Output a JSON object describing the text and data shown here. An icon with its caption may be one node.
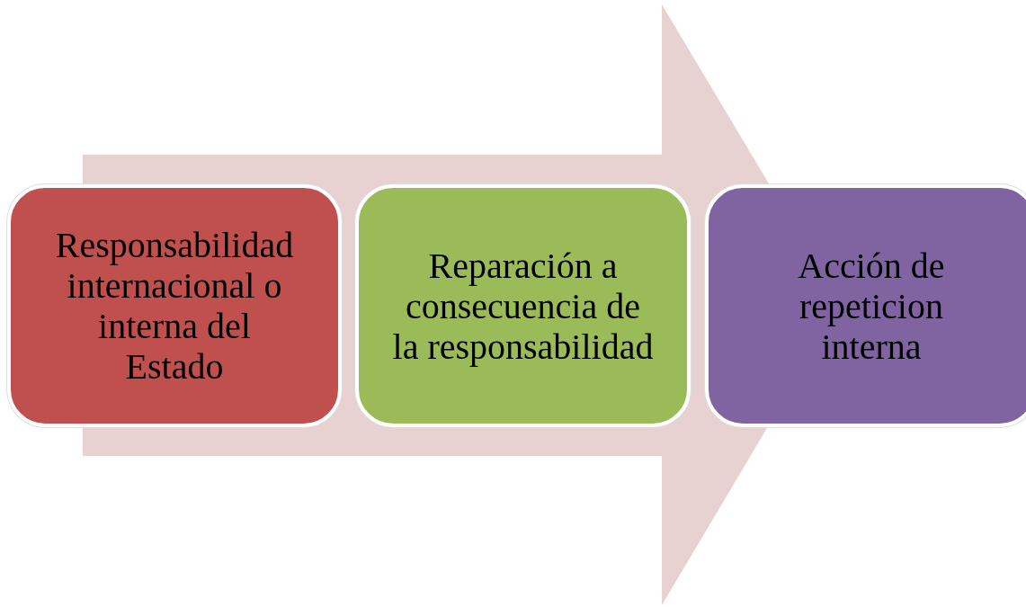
{
  "diagram": {
    "nodes": [
      {
        "text": [
          "Responsabilidad internacional o interna del Estado"
        ]
      },
      {
        "text": [
          "Reparación a consecuencia de la responsabilidad"
        ]
      },
      {
        "text": [
          "Acción de repeticion interna"
        ]
      }
    ],
    "edges": [
      {
        "from": 0,
        "to": 2,
        "arrow": "to"
      }
    ]
  }
}
